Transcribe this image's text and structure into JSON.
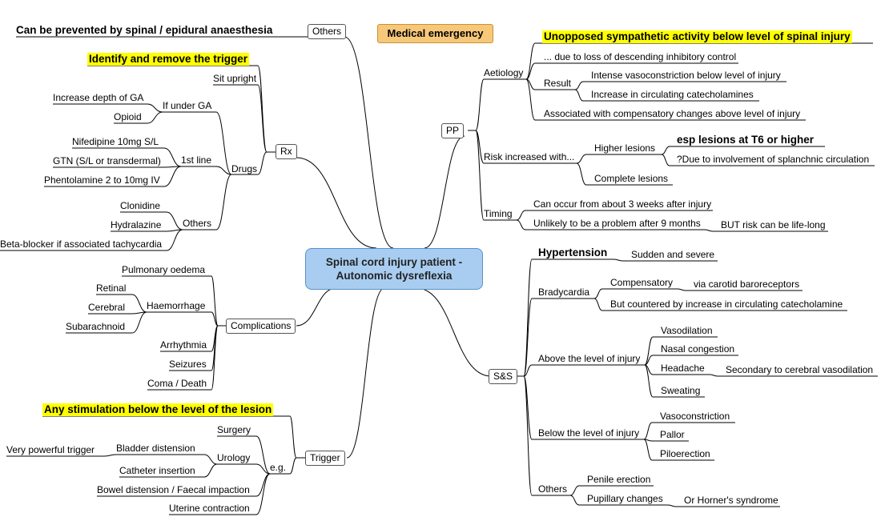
{
  "center": {
    "line1": "Spinal cord injury patient -",
    "line2": "Autonomic dysreflexia"
  },
  "callout": "Medical emergency",
  "nodes": {
    "others_top": "Others",
    "prevented": "Can be prevented by spinal / epidural anaesthesia",
    "identify": "Identify and remove the trigger",
    "sit_upright": "Sit upright",
    "rx": "Rx",
    "if_under_ga": "If under GA",
    "increase_depth": "Increase depth of GA",
    "opioid": "Opioid",
    "drugs": "Drugs",
    "first_line": "1st line",
    "nifedipine": "Nifedipine 10mg S/L",
    "gtn": "GTN (S/L or transdermal)",
    "phentolamine": "Phentolamine 2 to 10mg IV",
    "drugs_others": "Others",
    "clonidine": "Clonidine",
    "hydralazine": "Hydralazine",
    "betablocker": "Beta-blocker if associated tachycardia",
    "complications": "Complications",
    "pulmonary": "Pulmonary oedema",
    "haemorrhage": "Haemorrhage",
    "retinal": "Retinal",
    "cerebral": "Cerebral",
    "subarachnoid": "Subarachnoid",
    "arrhythmia": "Arrhythmia",
    "seizures": "Seizures",
    "coma": "Coma / Death",
    "trigger": "Trigger",
    "any_stim": "Any stimulation below the level of the lesion",
    "eg": "e.g.",
    "surgery": "Surgery",
    "urology": "Urology",
    "bladder": "Bladder distension",
    "very_powerful": "Very powerful trigger",
    "catheter": "Catheter insertion",
    "bowel": "Bowel distension / Faecal impaction",
    "uterine": "Uterine contraction",
    "pp": "PP",
    "unopposed": "Unopposed sympathetic activity below level of spinal injury",
    "aetiology": "Aetiology",
    "due_to_loss": "... due to loss of descending inhibitory control",
    "result": "Result",
    "intense": "Intense vasoconstriction below level of injury",
    "increase_cat": "Increase in circulating catecholamines",
    "assoc_comp": "Associated with compensatory changes above level of injury",
    "risk": "Risk increased with...",
    "higher_lesions": "Higher lesions",
    "esp_t6": "esp lesions at T6 or higher",
    "splanchnic": "?Due to involvement of splanchnic circulation",
    "complete_lesions": "Complete lesions",
    "timing": "Timing",
    "three_weeks": "Can occur from about 3 weeks after injury",
    "nine_months": "Unlikely to be a problem after 9 months",
    "life_long": "BUT risk can be life-long",
    "sas": "S&S",
    "hypertension": "Hypertension",
    "sudden": "Sudden and severe",
    "bradycardia": "Bradycardia",
    "compensatory": "Compensatory",
    "carotid": "via carotid baroreceptors",
    "countered": "But countered by increase in circulating catecholamine",
    "above_level": "Above the level of injury",
    "vasodilation": "Vasodilation",
    "nasal": "Nasal congestion",
    "headache": "Headache",
    "secondary": "Secondary to cerebral vasodilation",
    "sweating": "Sweating",
    "below_level": "Below the level of injury",
    "vasoconstriction": "Vasoconstriction",
    "pallor": "Pallor",
    "piloerection": "Piloerection",
    "sas_others": "Others",
    "penile": "Penile erection",
    "pupillary": "Pupillary changes",
    "horner": "Or Horner's syndrome"
  },
  "colors": {
    "line": "#000000",
    "highlight": "#ffff00",
    "center_fill": "#a8cdf0",
    "callout_fill": "#f7c87a"
  }
}
